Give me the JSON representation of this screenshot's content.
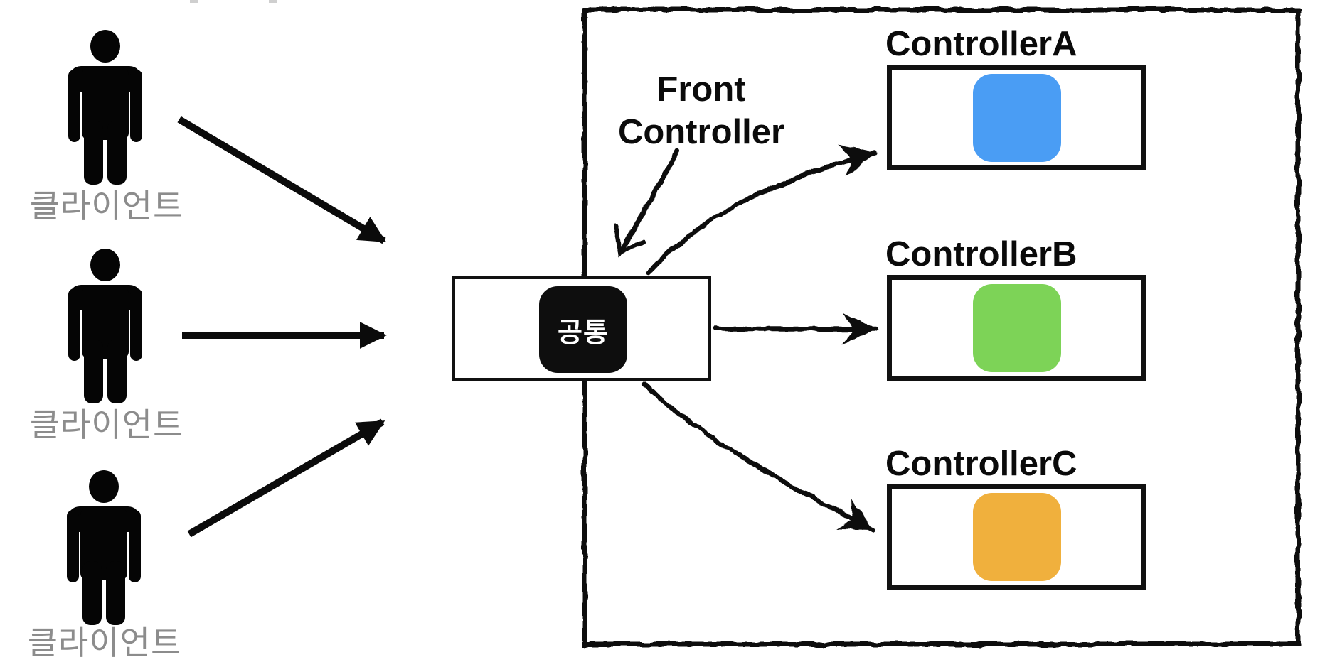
{
  "clients": [
    {
      "label": "클라이언트"
    },
    {
      "label": "클라이언트"
    },
    {
      "label": "클라이언트"
    }
  ],
  "front_controller": {
    "line1": "Front",
    "line2": "Controller"
  },
  "common": {
    "label": "공통"
  },
  "controllers": [
    {
      "title": "ControllerA",
      "color": "#4A9DF4"
    },
    {
      "title": "ControllerB",
      "color": "#7DD357"
    },
    {
      "title": "ControllerC",
      "color": "#F0B03D"
    }
  ],
  "colors": {
    "ink": "#0b0b0b",
    "client_label_gray": "#8C8C8C"
  }
}
